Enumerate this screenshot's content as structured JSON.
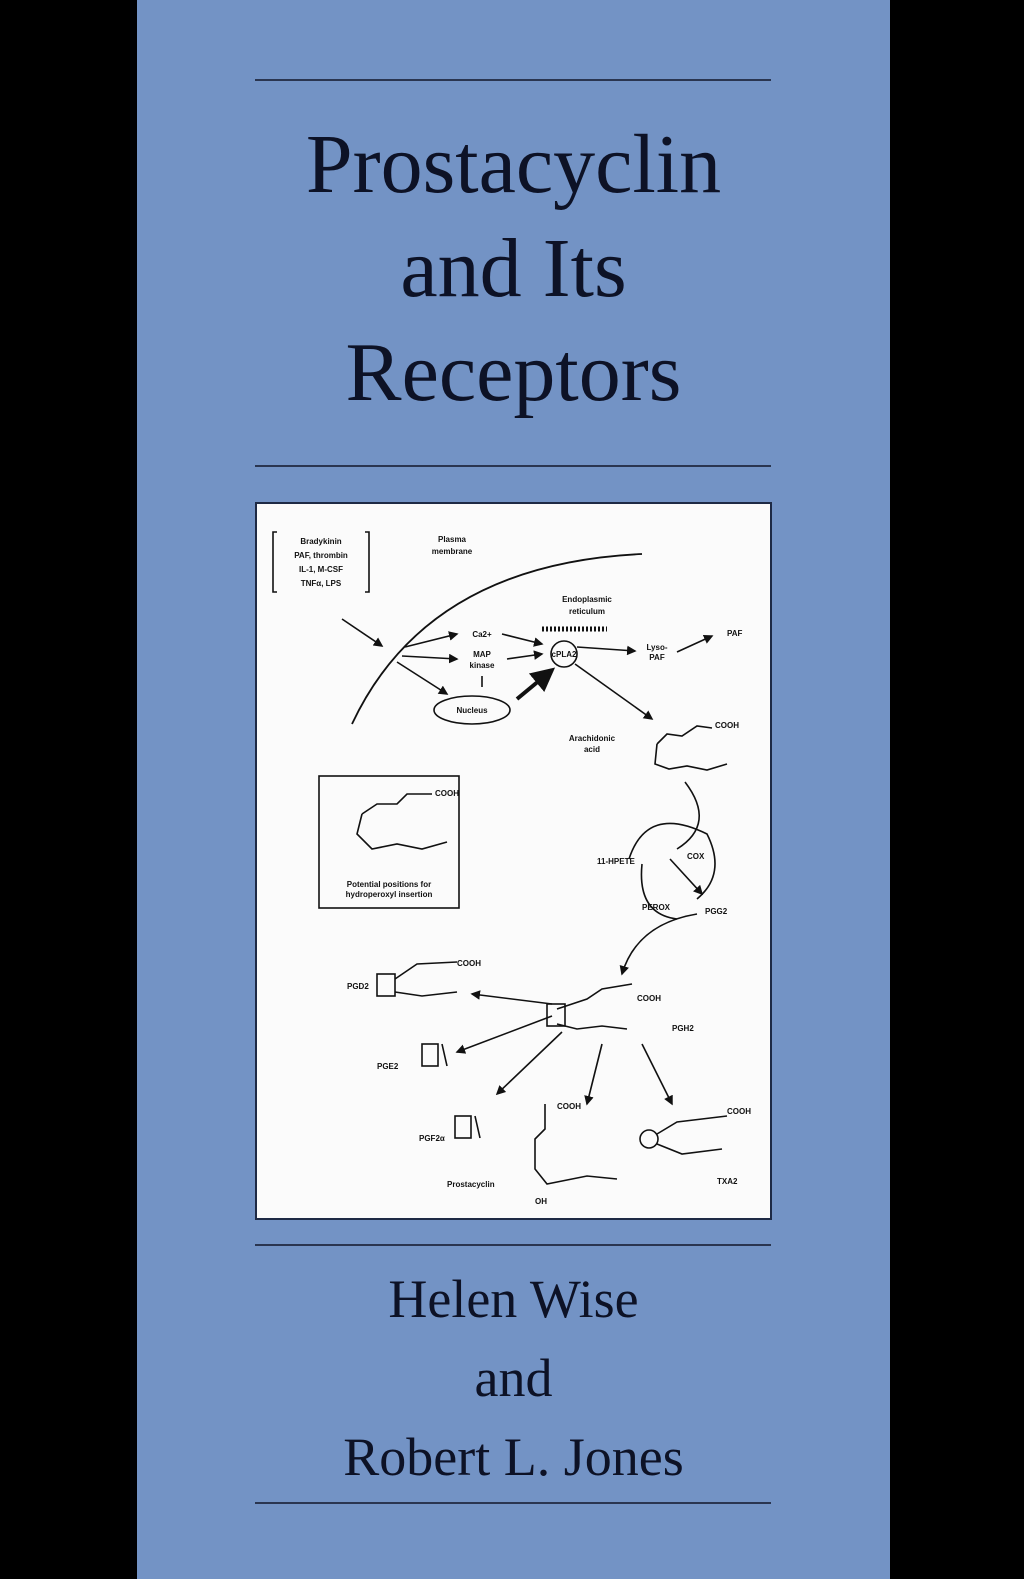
{
  "cover": {
    "background_color": "#7393c5",
    "side_color": "#000000",
    "title_lines": [
      "Prostacyclin",
      "and Its",
      "Receptors"
    ],
    "author_lines": [
      "Helen Wise",
      "and",
      "Robert L. Jones"
    ]
  },
  "figure": {
    "stimuli": [
      "Bradykinin",
      "PAF, thrombin",
      "IL-1, M-CSF",
      "TNFα, LPS"
    ],
    "plasma_membrane": [
      "Plasma",
      "membrane"
    ],
    "er": [
      "Endoplasmic",
      "reticulum"
    ],
    "ca": "Ca2+",
    "map": [
      "MAP",
      "kinase"
    ],
    "nucleus": "Nucleus",
    "cpla2": "cPLA2",
    "lyso": [
      "Lyso-",
      "PAF"
    ],
    "paf": "PAF",
    "aa": [
      "Arachidonic",
      "acid"
    ],
    "cooh": "COOH",
    "inset_caption": [
      "Potential positions for",
      "hydroperoxyl insertion"
    ],
    "hpete": "11-HPETE",
    "cox": "COX",
    "perox": "PEROX",
    "pgg2": "PGG2",
    "pgh2": "PGH2",
    "pgd2": "PGD2",
    "pge2": "PGE2",
    "pgf2a": "PGF2α",
    "prostacyclin": "Prostacyclin",
    "txa2": "TXA2",
    "oh": "OH"
  }
}
